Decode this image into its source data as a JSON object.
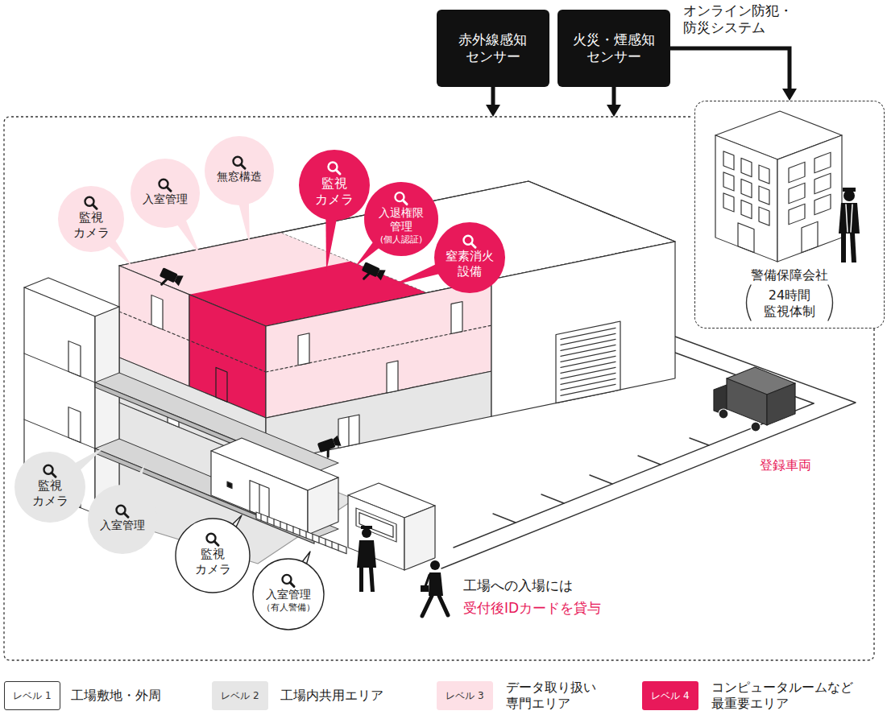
{
  "diagram": {
    "nodes": [
      {
        "text": [
          "赤外線感知 センサー"
        ]
      },
      {
        "text": [
          "火災・煙感知 センサー"
        ]
      },
      {
        "text": [
          "警備保障会社",
          "24時間 監視体制"
        ]
      },
      {
        "text": [
          "登録車両",
          "工場への入場には",
          "受付後IDカードを貸与"
        ]
      },
      {
        "text": [
          "監視 カメラ"
        ],
        "in": 3
      },
      {
        "text": [
          "入室管理"
        ],
        "in": 3
      },
      {
        "text": [
          "無窓構造"
        ],
        "in": 3
      },
      {
        "text": [
          "監視 カメラ"
        ],
        "in": 3
      },
      {
        "text": [
          "入退権限 管理",
          "(個人認証)"
        ],
        "in": 3
      },
      {
        "text": [
          "窒素消火 設備"
        ],
        "in": 3
      },
      {
        "text": [
          "監視 カメラ"
        ],
        "in": 3
      },
      {
        "text": [
          "入室管理"
        ],
        "in": 3
      },
      {
        "text": [
          "監視 カメラ"
        ],
        "in": 3
      },
      {
        "text": [
          "入室管理",
          "（有人警備）"
        ],
        "in": 3
      }
    ],
    "edges": [
      {
        "from": 0,
        "to": 3,
        "arrow": "to"
      },
      {
        "from": 1,
        "to": 3,
        "arrow": "to"
      },
      {
        "from": 1,
        "to": 2,
        "label": "オンライン防犯・ 防災システム",
        "arrow": "to"
      }
    ],
    "labels": [
      "レベル 1",
      "レベル 2",
      "レベル 3",
      "レベル 4"
    ],
    "legend": [
      {
        "text": "工場敷地・外周",
        "color": "#ffffff"
      },
      {
        "text": "工場内共用エリア",
        "color": "#e6e6e6"
      },
      {
        "text": "データ取り扱い 専門エリア",
        "color": "#fde0e6"
      },
      {
        "text": "コンピュータルームなど 最重要エリア",
        "color": "#e8195a"
      }
    ]
  }
}
